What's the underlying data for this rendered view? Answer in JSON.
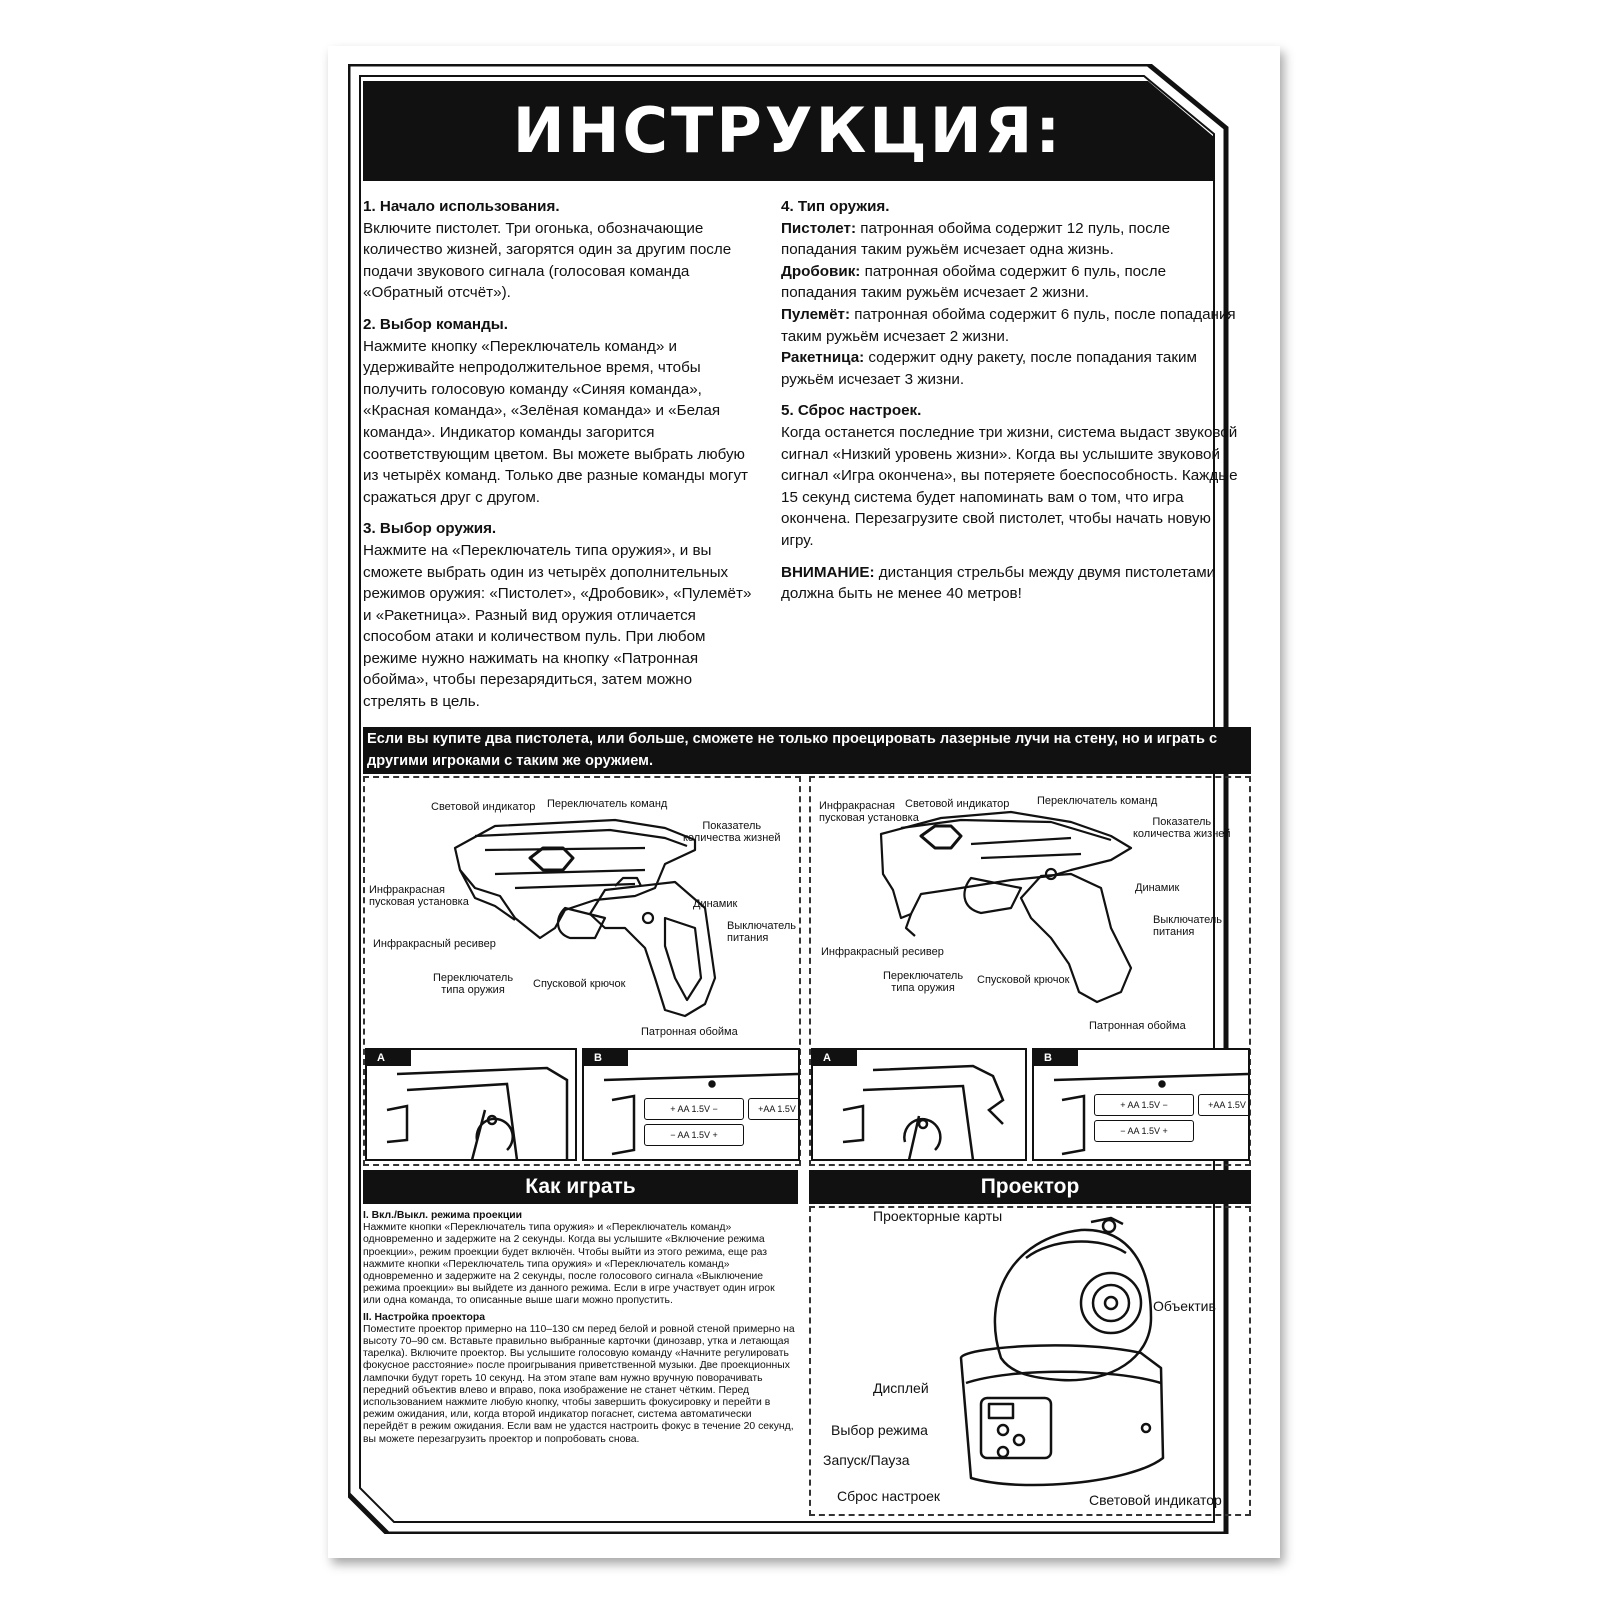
{
  "title": "ИНСТРУКЦИЯ:",
  "left_column": {
    "s1_title": "1. Начало использования.",
    "s1_text": "Включите пистолет. Три огонька, обозначающие количество жизней, загорятся один за другим после подачи звукового сигнала (голосовая команда «Обратный отсчёт»).",
    "s2_title": "2. Выбор команды.",
    "s2_text": "Нажмите кнопку «Переключатель команд» и удерживайте непродолжительное время, чтобы получить голосовую команду «Синяя команда», «Красная команда», «Зелёная команда» и «Белая команда». Индикатор команды загорится соответствующим цветом. Вы можете выбрать любую из четырёх команд. Только две разные команды могут сражаться друг с другом.",
    "s3_title": "3. Выбор оружия.",
    "s3_text": "Нажмите на «Переключатель типа оружия», и вы сможете выбрать один из четырёх дополнительных режимов оружия: «Пистолет», «Дробовик», «Пулемёт» и «Ракетница». Разный вид оружия отличается способом атаки и количеством пуль. При любом режиме нужно нажимать на кнопку «Патронная обойма», чтобы перезарядиться, затем можно стрелять в цель."
  },
  "right_column": {
    "s4_title": "4. Тип оружия.",
    "pistol_label": "Пистолет:",
    "pistol_text": " патронная обойма содержит 12 пуль, после попадания таким ружьём исчезает одна жизнь.",
    "shotgun_label": "Дробовик:",
    "shotgun_text": " патронная обойма содержит 6 пуль, после попадания таким ружьём исчезает 2 жизни.",
    "mg_label": "Пулемёт:",
    "mg_text": " патронная обойма содержит 6 пуль, после попадания таким ружьём исчезает 2 жизни.",
    "rocket_label": "Ракетница:",
    "rocket_text": " содержит одну ракету, после попадания таким ружьём исчезает 3 жизни.",
    "s5_title": "5. Сброс настроек.",
    "s5_text": "Когда останется последние три жизни, система выдаст звуковой сигнал «Низкий уровень жизни». Когда вы услышите звуковой сигнал «Игра окончена», вы потеряете боеспособность. Каждые 15 секунд система будет напоминать вам о том, что игра окончена. Перезагрузите свой пистолет, чтобы начать новую игру.",
    "warn_label": "ВНИМАНИЕ:",
    "warn_text": " дистанция стрельбы между двумя пистолетами должна быть не менее 40 метров!"
  },
  "banner": "Если вы купите два пистолета, или больше, сможете не только проецировать лазерные лучи на стену, но и играть с другими игроками с таким же оружием.",
  "gun1_labels": {
    "light": "Световой индикатор",
    "team": "Переключатель команд",
    "lives": "Показатель\nколичества жизней",
    "ir_emitter": "Инфракрасная\nпусковая установка",
    "speaker": "Динамик",
    "power": "Выключатель\nпитания",
    "ir_receiver": "Инфракрасный ресивер",
    "weapon": "Переключатель\nтипа оружия",
    "trigger": "Спусковой крючок",
    "magazine": "Патронная обойма"
  },
  "gun2_labels": {
    "ir_emitter": "Инфракрасная\nпусковая установка",
    "light": "Световой индикатор",
    "team": "Переключатель команд",
    "lives": "Показатель\nколичества жизней",
    "speaker": "Динамик",
    "power": "Выключатель\nпитания",
    "ir_receiver": "Инфракрасный ресивер",
    "weapon": "Переключатель\nтипа оружия",
    "trigger": "Спусковой крючок",
    "magazine": "Патронная обойма"
  },
  "battery": {
    "tag_a": "A",
    "tag_b": "B",
    "cell": "AA 1.5V",
    "plus": "+",
    "minus": "−"
  },
  "how_to_play": {
    "title": "Как играть",
    "i_title": "I. Вкл./Выкл. режима проекции",
    "i_text": "Нажмите кнопки «Переключатель типа оружия» и «Переключатель команд» одновременно и задержите на 2 секунды. Когда вы услышите «Включение режима проекции», режим проекции будет включён. Чтобы выйти из этого режима, еще раз нажмите кнопки «Переключатель типа оружия» и «Переключатель команд» одновременно и задержите на 2 секунды, после голосового сигнала «Выключение режима проекции» вы выйдете из данного режима. Если в игре участвует один игрок или одна команда, то описанные выше шаги можно пропустить.",
    "ii_title": "II. Настройка проектора",
    "ii_text": "Поместите проектор примерно на 110–130 см перед белой и ровной стеной примерно на высоту 70–90 см. Вставьте правильно выбранные карточки (динозавр, утка и летающая тарелка). Включите проектор. Вы услышите голосовую команду «Начните регулировать фокусное расстояние» после проигрывания приветственной музыки. Две проекционных лампочки будут гореть 10 секунд. На этом этапе вам нужно вручную поворачивать передний объектив влево и вправо, пока изображение не станет чётким. Перед использованием нажмите любую кнопку, чтобы завершить фокусировку и перейти в режим ожидания, или, когда второй индикатор погаснет, система автоматически перейдёт в режим ожидания. Если вам не удастся настроить фокус в течение 20 секунд, вы можете перезагрузить проектор и попробовать снова."
  },
  "projector": {
    "title": "Проектор",
    "cards": "Проекторные карты",
    "lens": "Объектив",
    "display": "Дисплей",
    "mode": "Выбор режима",
    "start": "Запуск/Пауза",
    "reset": "Сброс настроек",
    "light": "Световой индикатор"
  },
  "colors": {
    "ink": "#111111",
    "paper": "#ffffff",
    "shadow": "#999999"
  }
}
